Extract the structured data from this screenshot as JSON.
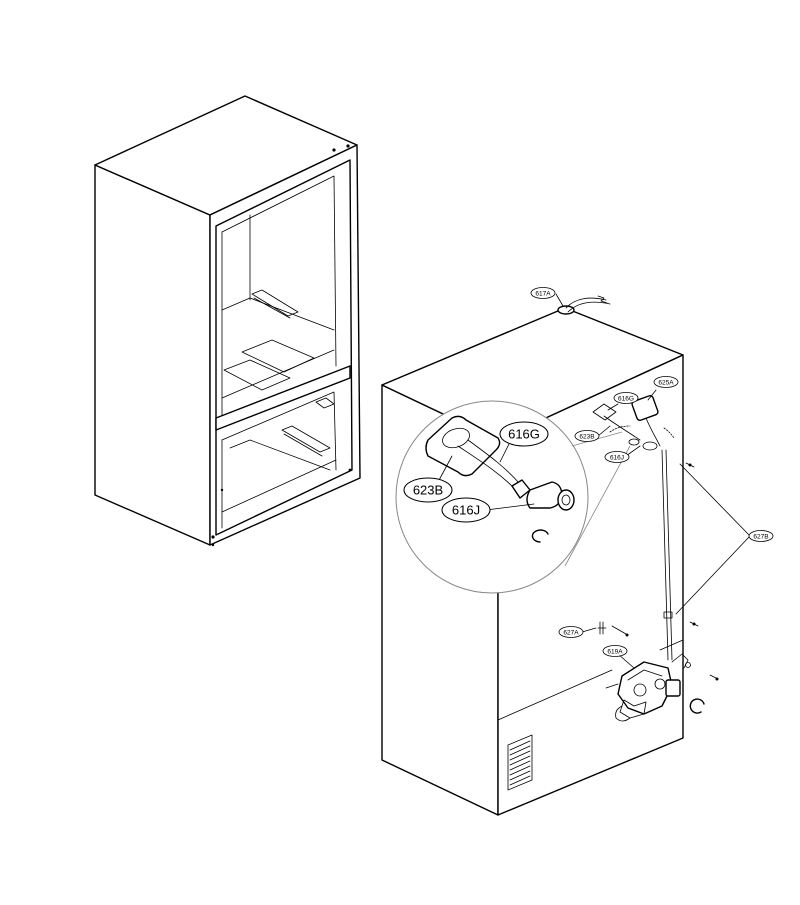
{
  "callouts": {
    "c617A": "617A",
    "c625A": "625A",
    "c616G_small": "616G",
    "c623B_small": "623B",
    "c616J_small": "616J",
    "c627B": "627B",
    "c627A": "627A",
    "c619A": "619A",
    "c616G_big": "616G",
    "c623B_big": "623B",
    "c616J_big": "616J"
  },
  "colors": {
    "line": "#000000",
    "background": "#ffffff",
    "detail_circle": "#888888"
  }
}
